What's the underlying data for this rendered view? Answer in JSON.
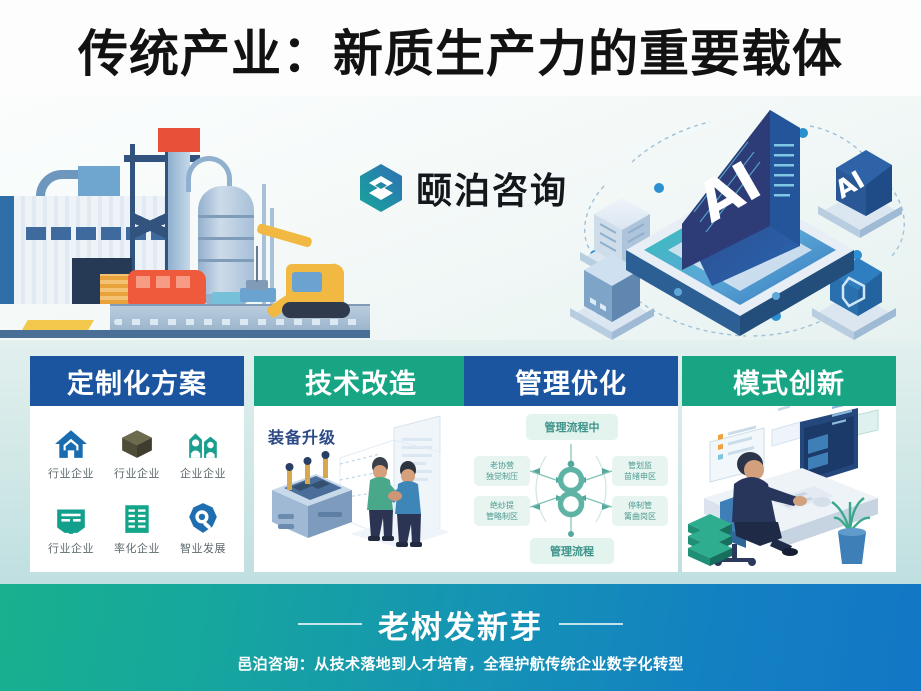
{
  "title": "传统产业：新质生产力的重要载体",
  "brand": {
    "logo_icon": "hexagon-layers-logo-icon",
    "name": "颐泊咨询",
    "color_start": "#1aa39a",
    "color_end": "#2f6fb5"
  },
  "hero": {
    "factory_illustration": "factory-plant-illustration",
    "ai_graphic": {
      "name": "ai-isometric-platform-graphic",
      "panel_label": "AI",
      "card_label": "AI",
      "nodes": [
        "server-node-icon",
        "ai-card-node-icon",
        "building-node-icon",
        "shield-node-icon"
      ]
    }
  },
  "cards": [
    {
      "title": "定制化方案",
      "header_color": "#1b55a0",
      "type": "icon-grid",
      "icons": [
        {
          "name": "house-icon",
          "label": "行业企业",
          "color": "#1a6cb0"
        },
        {
          "name": "cube-box-icon",
          "label": "行业企业",
          "color": "#5a5640"
        },
        {
          "name": "people-group-icon",
          "label": "企业企业",
          "color": "#1a9e8f"
        },
        {
          "name": "factory-building-icon",
          "label": "行业企业",
          "color": "#12a08d"
        },
        {
          "name": "office-document-icon",
          "label": "率化企业",
          "color": "#12a589"
        },
        {
          "name": "gear-search-icon",
          "label": "智业发展",
          "color": "#1f6fb0"
        }
      ]
    },
    {
      "title": "技术改造",
      "header_color": "#17a583",
      "type": "illustration",
      "caption": "装备升级",
      "illustration": "machine-upgrade-handshake-illustration"
    },
    {
      "title": "管理优化",
      "header_color": "#1b55a0",
      "type": "diagram",
      "diagram": {
        "name": "management-process-flow-diagram",
        "top_label": "管理流程中",
        "bottom_label": "管理流程",
        "side_labels": [
          "老协营 独觉制压",
          "管划监 苗绪申区",
          "绝纱提 管略制区",
          "停制管 篱曲岗区"
        ],
        "accent_color": "#4e9b92"
      }
    },
    {
      "title": "模式创新",
      "header_color": "#17a583",
      "type": "illustration",
      "illustration": "person-at-desk-workstation-illustration"
    }
  ],
  "footer": {
    "headline": "老树发新芽",
    "subline": "邑泊咨询：从技术落地到人才培育，全程护航传统企业数字化转型",
    "gradient_start": "#18b08e",
    "gradient_end": "#1277c6"
  }
}
